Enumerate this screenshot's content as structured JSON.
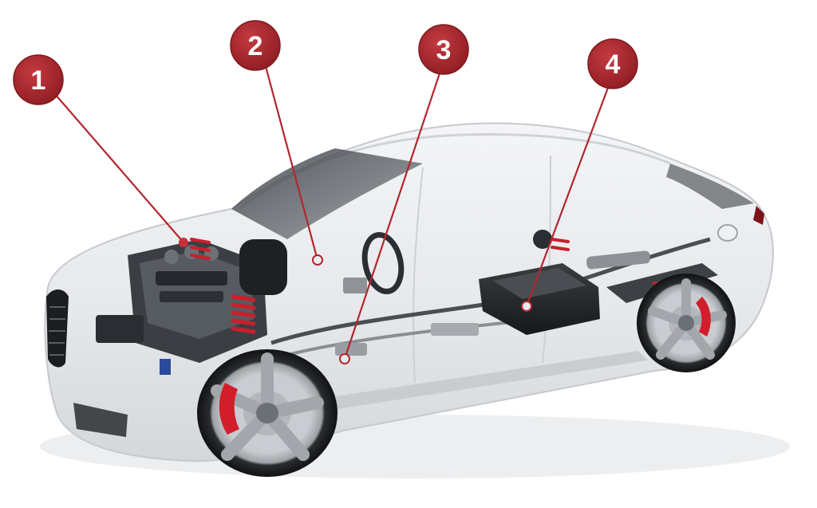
{
  "colors": {
    "callout": "#a4262c",
    "callout_dark": "#7e1a1f",
    "leader_line": "#b3262d",
    "brake_caliper": "#d21e2a",
    "spring": "#c8202b"
  },
  "callouts": [
    {
      "number": "1",
      "target": "engine"
    },
    {
      "number": "2",
      "target": "cabin"
    },
    {
      "number": "3",
      "target": "underbody"
    },
    {
      "number": "4",
      "target": "battery"
    }
  ]
}
